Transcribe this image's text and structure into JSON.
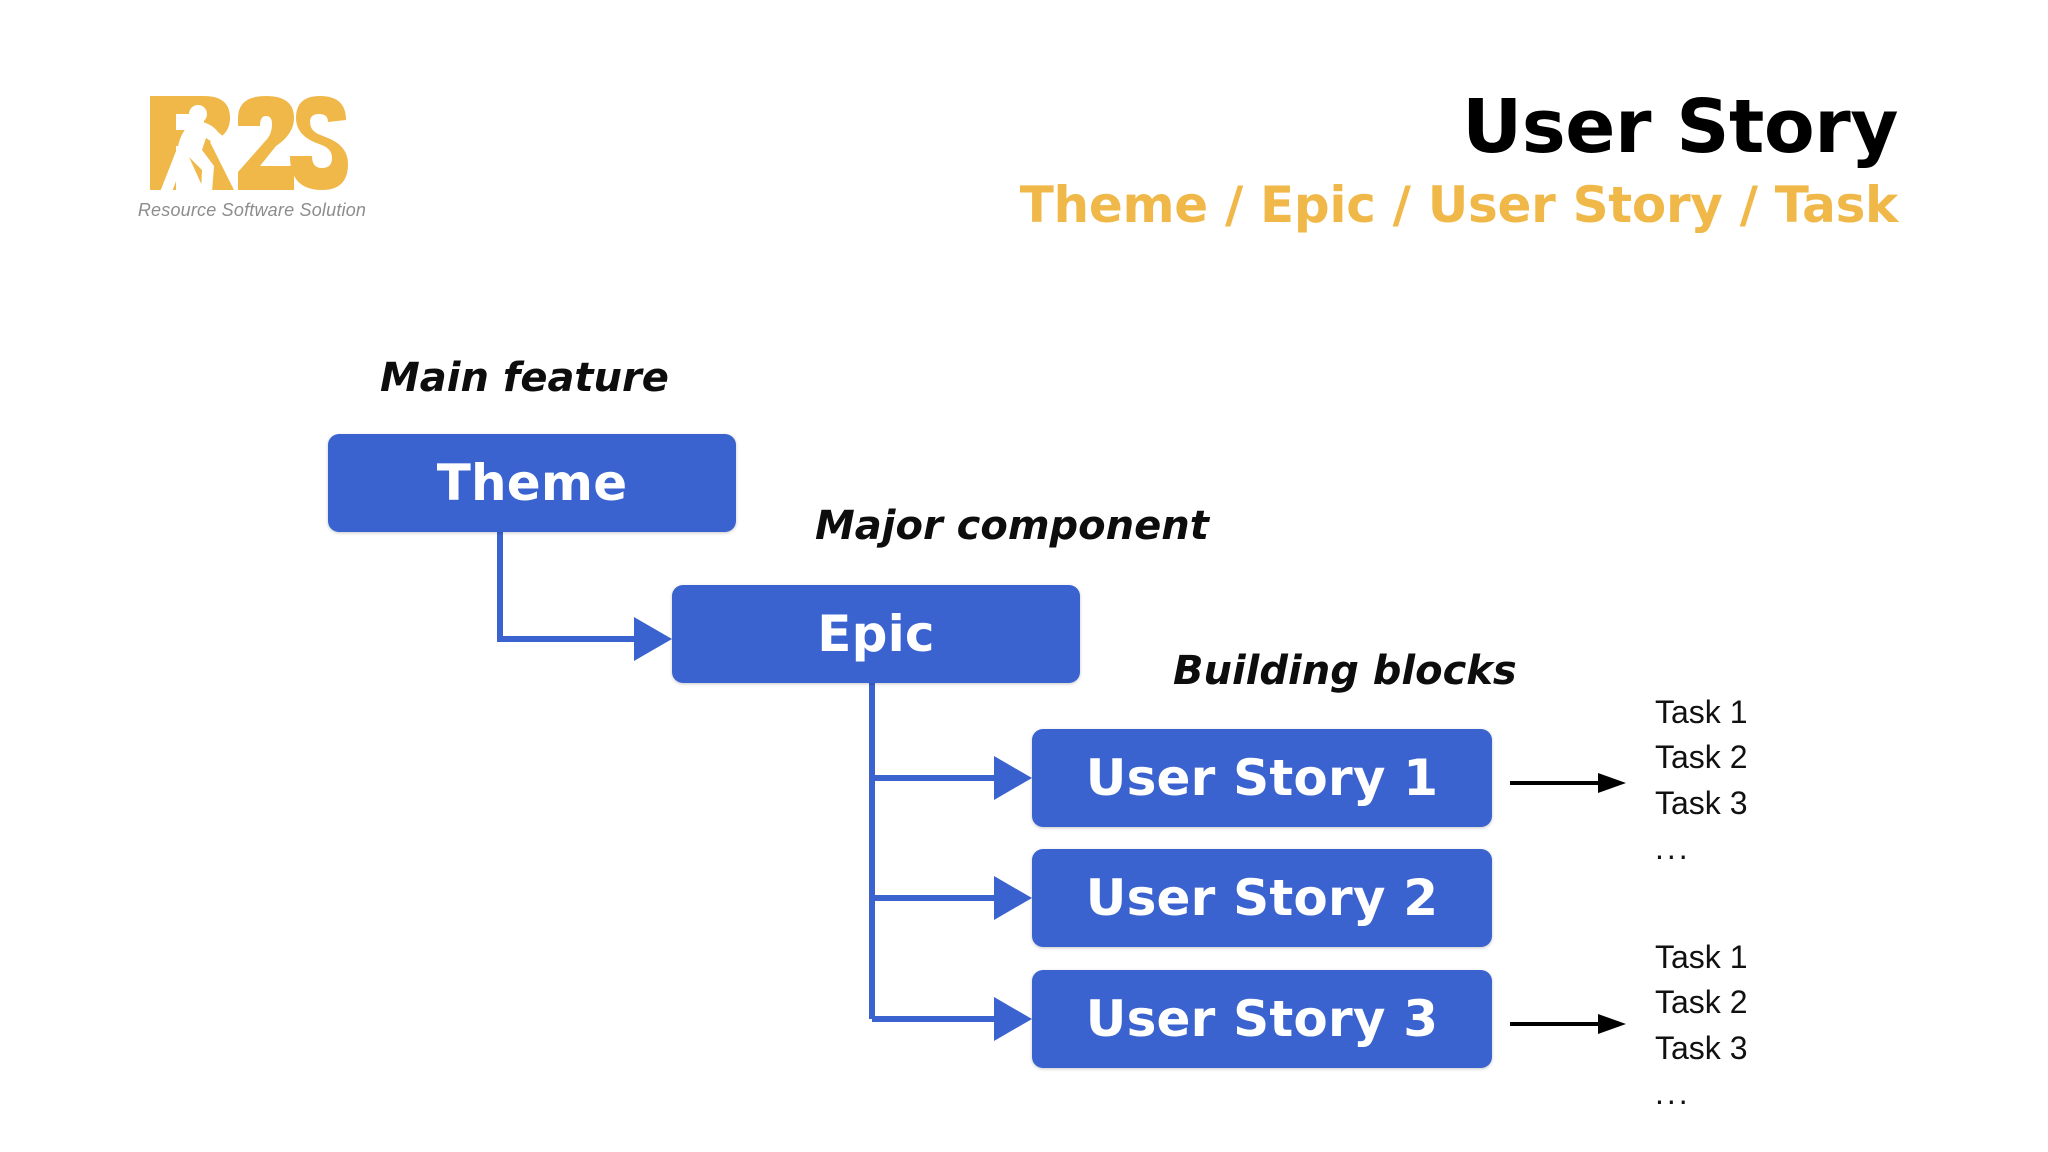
{
  "header": {
    "logo": {
      "mark_text": "R2S",
      "icon_name": "r2s-logo-figure",
      "tagline": "Resource Software Solution",
      "brand_color": "#efb849",
      "tagline_color": "#8d8d8d"
    },
    "title": "User Story",
    "subtitle": "Theme / Epic / User Story / Task",
    "title_color": "#000000",
    "subtitle_color": "#efb849"
  },
  "diagram": {
    "node_color": "#3a63cf",
    "node_text_color": "#ffffff",
    "connector_color": "#3a63cf",
    "task_arrow_color": "#000000",
    "captions": {
      "main_feature": "Main feature",
      "major_component": "Major component",
      "building_blocks": "Building blocks"
    },
    "nodes": {
      "theme": "Theme",
      "epic": "Epic",
      "user_story_1": "User Story 1",
      "user_story_2": "User Story 2",
      "user_story_3": "User Story 3"
    },
    "task_groups": [
      {
        "source": "User Story 1",
        "items": [
          "Task 1",
          "Task 2",
          "Task 3"
        ],
        "ellipsis": "..."
      },
      {
        "source": "User Story 3",
        "items": [
          "Task 1",
          "Task 2",
          "Task 3"
        ],
        "ellipsis": "..."
      }
    ]
  }
}
